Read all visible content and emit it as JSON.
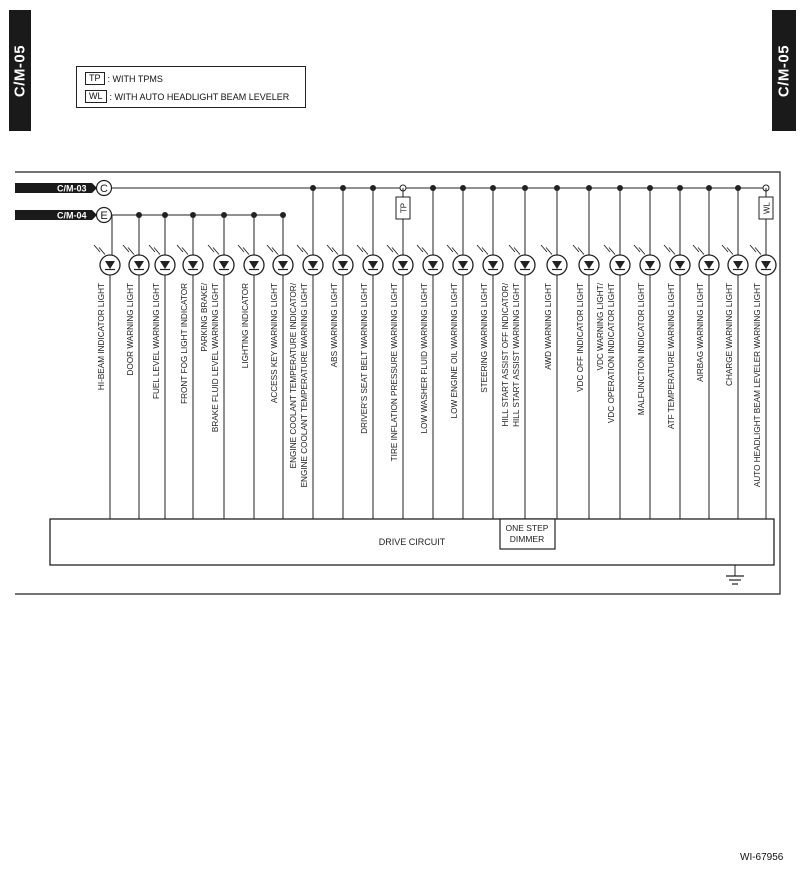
{
  "page_tab": "C/M-05",
  "legend": [
    {
      "code": "TP",
      "text": ": WITH TPMS"
    },
    {
      "code": "WL",
      "text": ": WITH AUTO HEADLIGHT BEAM LEVELER"
    }
  ],
  "connectors": [
    {
      "name": "C/M-03",
      "letter": "C"
    },
    {
      "name": "C/M-04",
      "letter": "E"
    }
  ],
  "lamps": [
    {
      "label": [
        "HI-BEAM INDICATOR LIGHT"
      ],
      "bus": "E"
    },
    {
      "label": [
        "DOOR WARNING LIGHT"
      ],
      "bus": "E"
    },
    {
      "label": [
        "FUEL LEVEL WARNING LIGHT"
      ],
      "bus": "E"
    },
    {
      "label": [
        "FRONT FOG LIGHT INDICATOR"
      ],
      "bus": "E"
    },
    {
      "label": [
        "PARKING BRAKE/",
        "BRAKE FLUID LEVEL WARNING LIGHT"
      ],
      "bus": "E"
    },
    {
      "label": [
        "LIGHTING INDICATOR"
      ],
      "bus": "E"
    },
    {
      "label": [
        "ACCESS KEY WARNING LIGHT"
      ],
      "bus": "E"
    },
    {
      "label": [
        "ENGINE COOLANT TEMPERATURE INDICATOR/",
        "ENGINE COOLANT TEMPERATURE WARNING LIGHT"
      ],
      "bus": "C"
    },
    {
      "label": [
        "ABS WARNING LIGHT"
      ],
      "bus": "C"
    },
    {
      "label": [
        "DRIVER'S SEAT BELT WARNING LIGHT"
      ],
      "bus": "C"
    },
    {
      "label": [
        "TIRE INFLATION PRESSURE WARNING LIGHT"
      ],
      "bus": "C",
      "option": "TP"
    },
    {
      "label": [
        "LOW WASHER FLUID WARNING LIGHT"
      ],
      "bus": "C"
    },
    {
      "label": [
        "LOW ENGINE OIL WARNING LIGHT"
      ],
      "bus": "C"
    },
    {
      "label": [
        "STEERING WARNING LIGHT"
      ],
      "bus": "C"
    },
    {
      "label": [
        "HILL START ASSIST OFF INDICATOR/",
        "HILL START ASSIST WARNING LIGHT"
      ],
      "bus": "C"
    },
    {
      "label": [
        "AWD WARNING LIGHT"
      ],
      "bus": "C"
    },
    {
      "label": [
        "VDC OFF INDICATOR LIGHT"
      ],
      "bus": "C"
    },
    {
      "label": [
        "VDC WARNING LIGHT/",
        "VDC OPERATION INDICATOR LIGHT"
      ],
      "bus": "C"
    },
    {
      "label": [
        "MALFUNCTION INDICATOR LIGHT"
      ],
      "bus": "C"
    },
    {
      "label": [
        "ATF TEMPERATURE WARNING LIGHT"
      ],
      "bus": "C"
    },
    {
      "label": [
        "AIRBAG WARNING LIGHT"
      ],
      "bus": "C"
    },
    {
      "label": [
        "CHARGE WARNING LIGHT"
      ],
      "bus": "C"
    },
    {
      "label": [
        "AUTO HEADLIGHT BEAM LEVELER WARNING LIGHT"
      ],
      "bus": "C",
      "option": "WL"
    }
  ],
  "drive_circuit": "DRIVE CIRCUIT",
  "dimmer": [
    "ONE STEP",
    "DIMMER"
  ],
  "ref_code": "WI-67956"
}
